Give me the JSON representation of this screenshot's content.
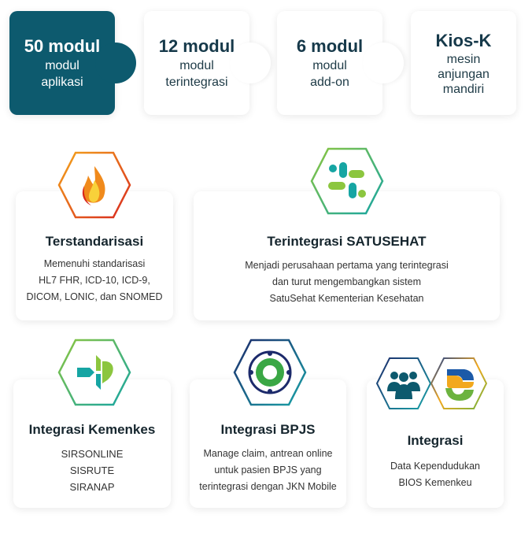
{
  "modules": [
    {
      "title": "50 modul",
      "line1": "modul",
      "line2": "aplikasi"
    },
    {
      "title": "12 modul",
      "line1": "modul",
      "line2": "terintegrasi"
    },
    {
      "title": "6 modul",
      "line1": "modul",
      "line2": "add-on"
    },
    {
      "title": "Kios-K",
      "line1": "mesin",
      "line2": "anjungan",
      "line3": "mandiri"
    }
  ],
  "features": [
    {
      "title": "Terstandarisasi",
      "lines": [
        "Memenuhi standarisasi",
        "HL7 FHR, ICD-10, ICD-9,",
        "DICOM, LONIC, dan SNOMED"
      ]
    },
    {
      "title": "Terintegrasi SATUSEHAT",
      "lines": [
        "Menjadi perusahaan pertama yang terintegrasi",
        "dan turut mengembangkan sistem",
        "SatuSehat Kementerian Kesehatan"
      ]
    },
    {
      "title": "Integrasi Kemenkes",
      "lines": [
        "SIRSONLINE",
        "SISRUTE",
        "SIRANAP"
      ]
    },
    {
      "title": "Integrasi BPJS",
      "lines": [
        "Manage claim, antrean online",
        "untuk pasien BPJS yang",
        "terintegrasi dengan JKN Mobile"
      ]
    },
    {
      "title": "Integrasi",
      "lines": [
        "Data Kependudukan",
        "BIOS Kemenkeu"
      ]
    }
  ],
  "colors": {
    "primary": "#0d5a6e"
  }
}
